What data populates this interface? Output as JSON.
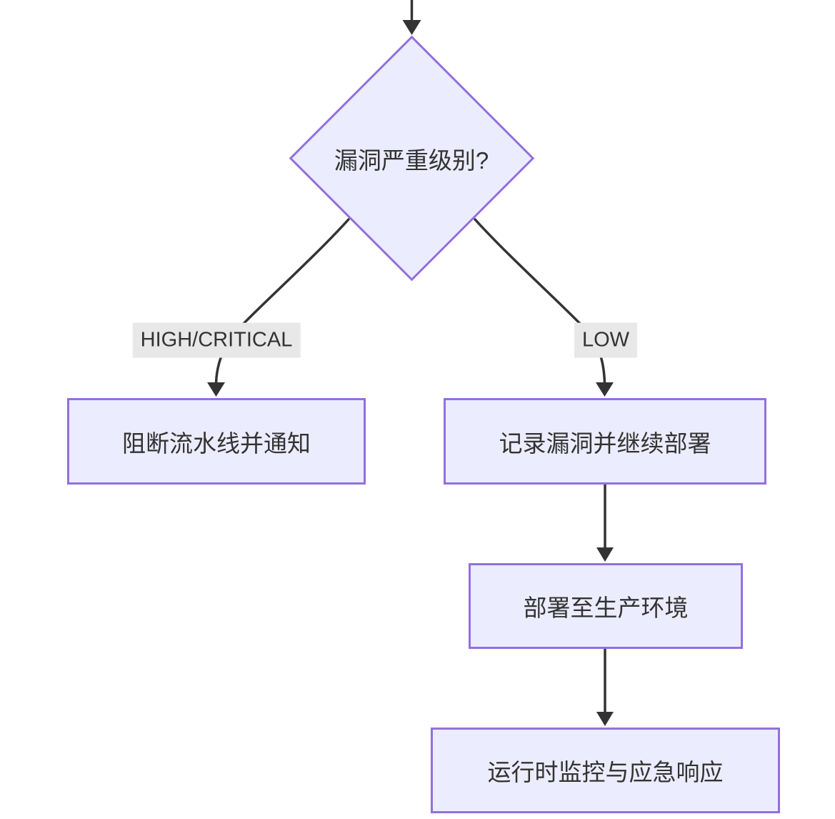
{
  "diagram": {
    "type": "flowchart",
    "direction": "top-down",
    "nodes": {
      "decision": {
        "label": "漏洞严重级别?",
        "shape": "diamond"
      },
      "block_pipeline": {
        "label": "阻断流水线并通知",
        "shape": "rect"
      },
      "record_vuln": {
        "label": "记录漏洞并继续部署",
        "shape": "rect"
      },
      "deploy_prod": {
        "label": "部署至生产环境",
        "shape": "rect"
      },
      "runtime_monitor": {
        "label": "运行时监控与应急响应",
        "shape": "rect"
      }
    },
    "edges": [
      {
        "from": "offscreen-above",
        "to": "decision",
        "label": ""
      },
      {
        "from": "decision",
        "to": "block_pipeline",
        "label": "HIGH/CRITICAL"
      },
      {
        "from": "decision",
        "to": "record_vuln",
        "label": "LOW"
      },
      {
        "from": "record_vuln",
        "to": "deploy_prod",
        "label": ""
      },
      {
        "from": "deploy_prod",
        "to": "runtime_monitor",
        "label": ""
      }
    ],
    "colors": {
      "node_fill": "#ececff",
      "node_border": "#9370db",
      "edge_stroke": "#333333",
      "edge_label_bg": "#e8e8e8",
      "text": "#333333",
      "background": "#ffffff"
    }
  }
}
